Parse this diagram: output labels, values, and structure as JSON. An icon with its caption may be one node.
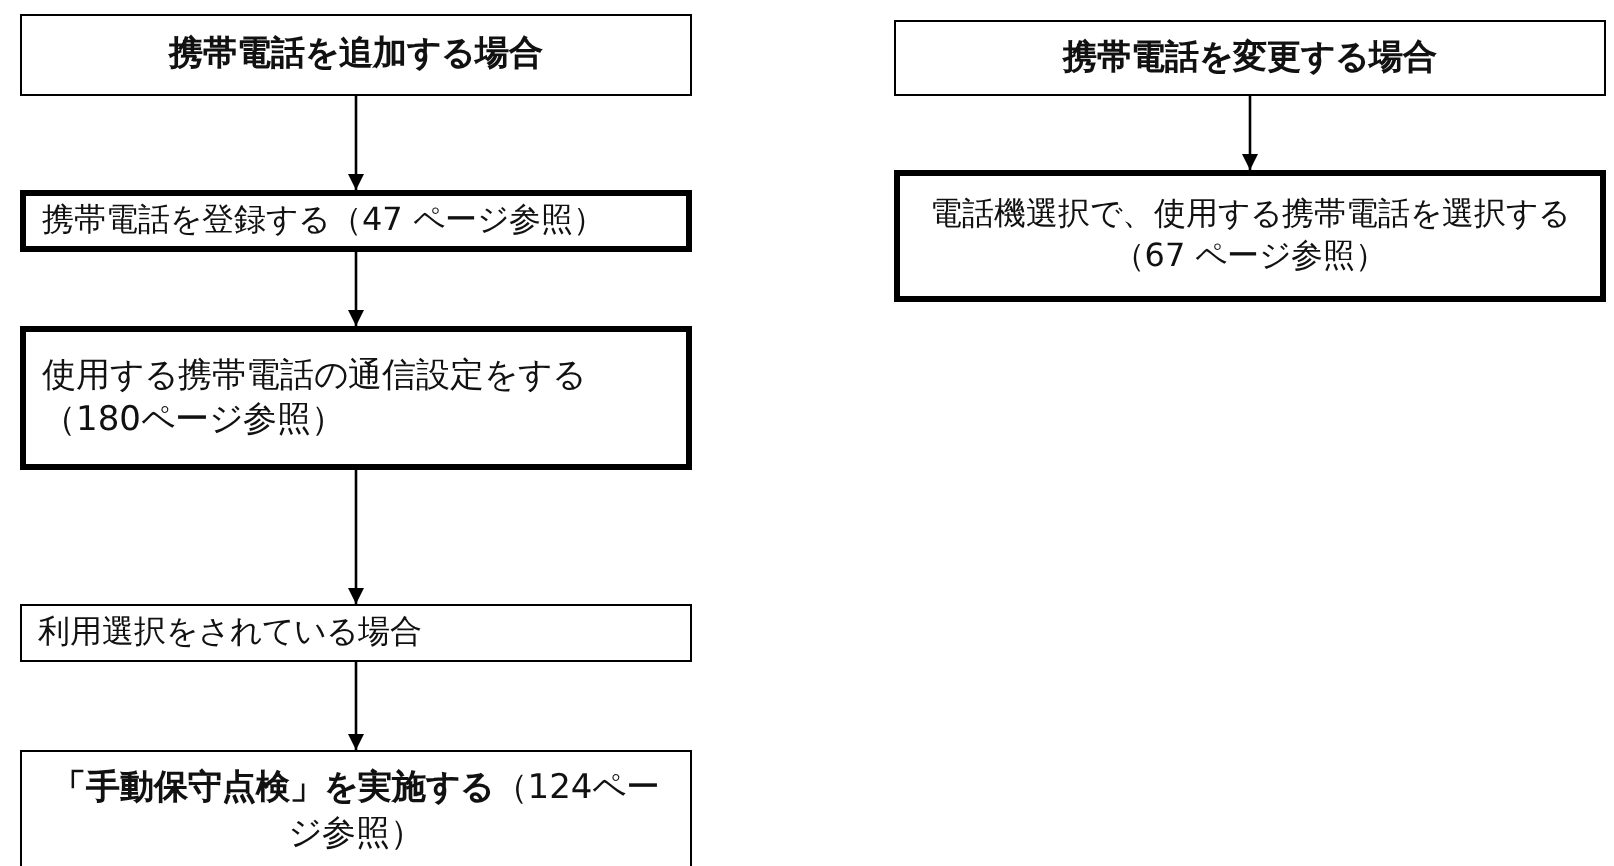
{
  "diagram": {
    "nodes": [
      {
        "text": [
          "携帯電話を追加する場合"
        ]
      },
      {
        "text": [
          "携帯電話を登録する（47 ページ参照）"
        ]
      },
      {
        "text": [
          "使用する携帯電話の通信設定をする（180ページ参照）"
        ]
      },
      {
        "text": [
          "利用選択をされている場合"
        ]
      },
      {
        "text": [
          "**「手動保守点検」を実施する**（124ページ参照）"
        ]
      },
      {
        "text": [
          "携帯電話を変更する場合"
        ]
      },
      {
        "text": [
          "電話機選択で、使用する携帯電話を選択する（67 ページ参照）"
        ]
      }
    ],
    "edges": [
      {
        "from": 0,
        "to": 1,
        "arrow": "to"
      },
      {
        "from": 1,
        "to": 2,
        "arrow": "to"
      },
      {
        "from": 2,
        "to": 3,
        "arrow": "to"
      },
      {
        "from": 3,
        "to": 4,
        "arrow": "to"
      },
      {
        "from": 5,
        "to": 6,
        "arrow": "to"
      }
    ]
  }
}
